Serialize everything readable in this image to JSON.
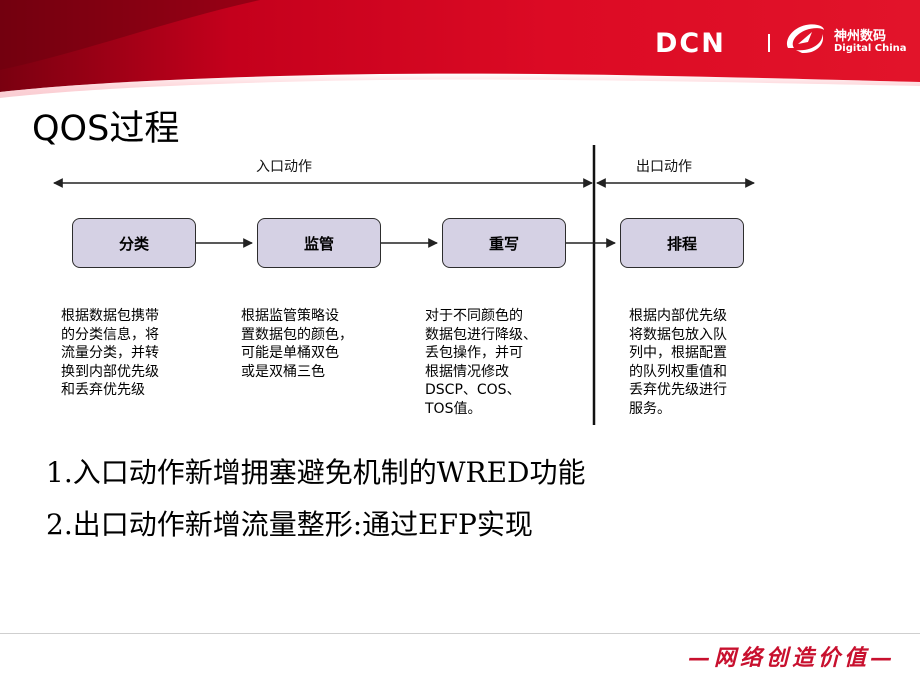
{
  "header": {
    "brand": "DCN",
    "partner_cn": "神州数码",
    "partner_en": "Digital China",
    "colors": {
      "red": "#d3001f",
      "dark_red": "#8a0012"
    }
  },
  "title": "QOS过程",
  "diagram": {
    "ingress_label": "入口动作",
    "egress_label": "出口动作",
    "boxes": [
      "分类",
      "监管",
      "重写",
      "排程"
    ],
    "descriptions": [
      "根据数据包携带\n的分类信息，将\n流量分类，并转\n换到内部优先级\n和丢弃优先级",
      "根据监管策略设\n置数据包的颜色，\n可能是单桶双色\n或是双桶三色",
      "对于不同颜色的\n数据包进行降级、\n丢包操作，并可\n根据情况修改\nDSCP、COS、\nTOS值。",
      "根据内部优先级\n将数据包放入队\n列中，根据配置\n的队列权重值和\n丢弃优先级进行\n服务。"
    ],
    "box_fill": "#d5d1e4"
  },
  "bullets": [
    "1.入口动作新增拥塞避免机制的WRED功能",
    "2.出口动作新增流量整形:通过EFP实现"
  ],
  "footer": {
    "slogan": "—网络创造价值—"
  }
}
